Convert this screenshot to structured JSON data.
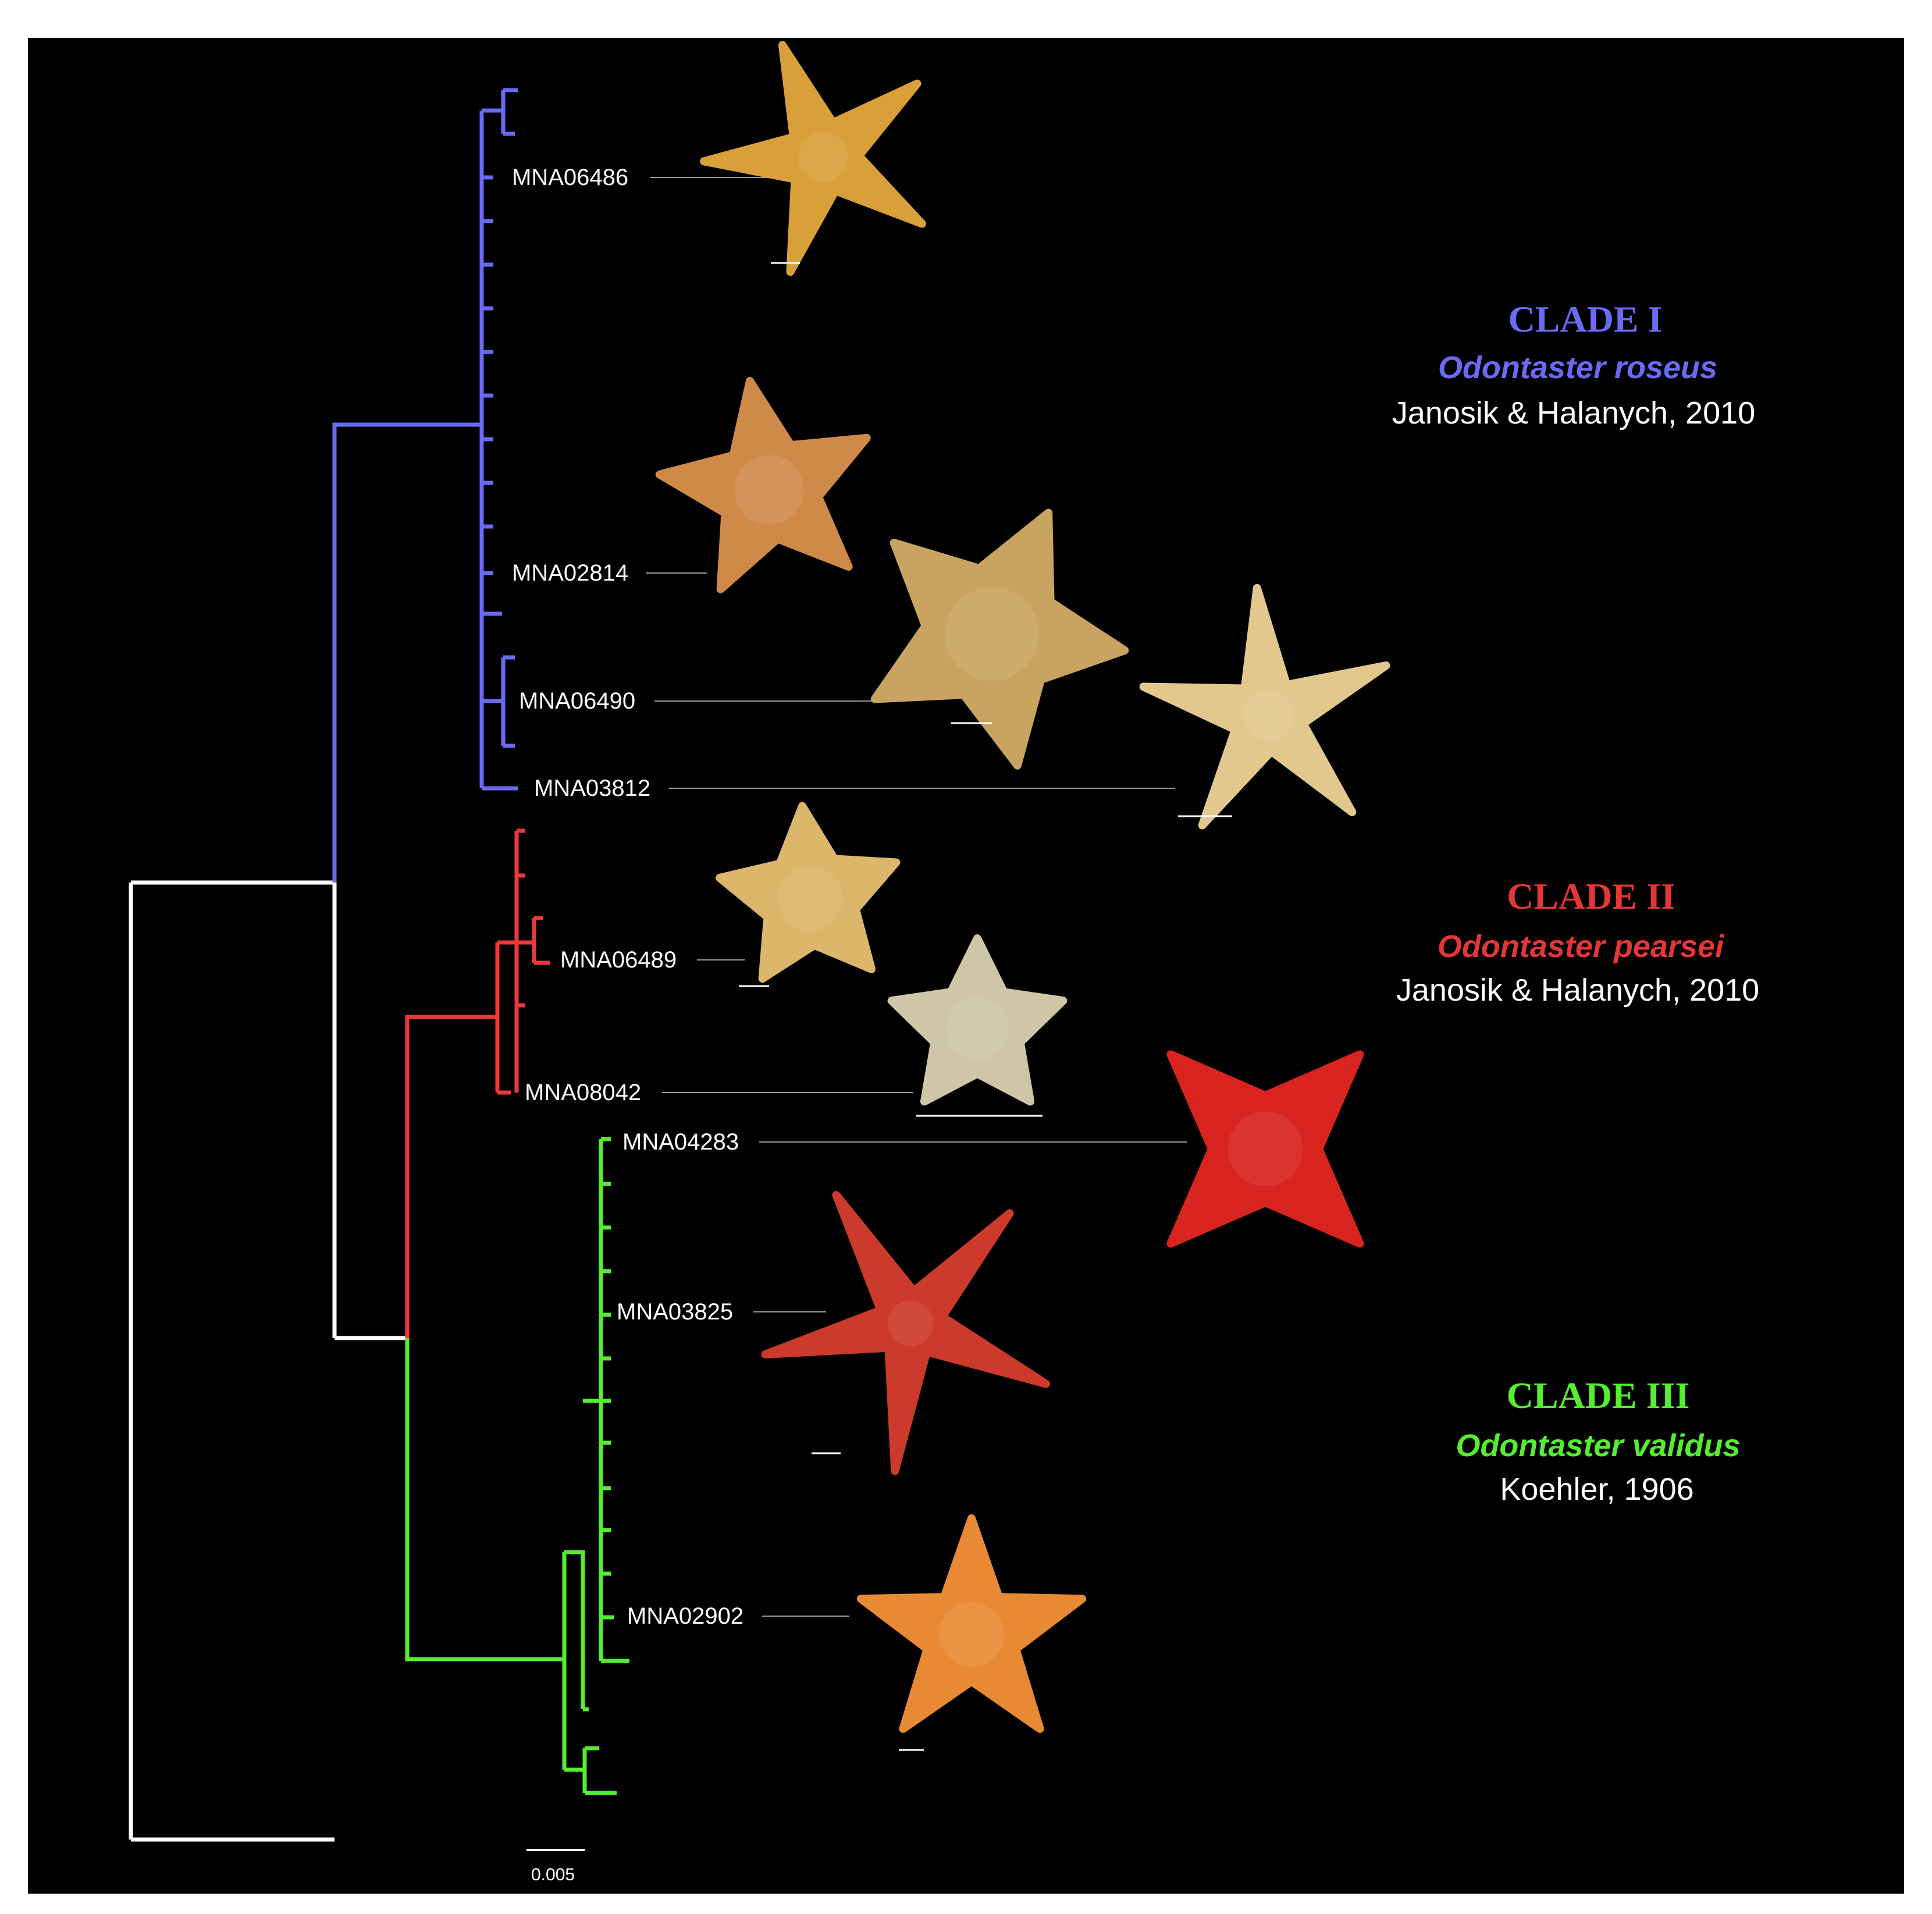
{
  "colors": {
    "clade1": "#6a6af5",
    "clade2": "#ef3838",
    "clade3": "#55ee30",
    "backbone": "#ffffff",
    "background": "#000000"
  },
  "specimens": [
    {
      "id": "MNA06486",
      "clade": "clade1",
      "star_color": "#d9a03a"
    },
    {
      "id": "MNA02814",
      "clade": "clade1",
      "star_color": "#cf8a4a"
    },
    {
      "id": "MNA06490",
      "clade": "clade1",
      "star_color": "#c9a461"
    },
    {
      "id": "MNA03812",
      "clade": "clade1",
      "star_color": "#e3c88e"
    },
    {
      "id": "MNA06489",
      "clade": "clade2",
      "star_color": "#dcb66a"
    },
    {
      "id": "MNA08042",
      "clade": "clade2",
      "star_color": "#cfc6a8"
    },
    {
      "id": "MNA04283",
      "clade": "clade3",
      "star_color": "#d8231f"
    },
    {
      "id": "MNA03825",
      "clade": "clade3",
      "star_color": "#cc3a2c"
    },
    {
      "id": "MNA02902",
      "clade": "clade3",
      "star_color": "#e88a33"
    }
  ],
  "clades": [
    {
      "key": "clade1",
      "title": "CLADE I",
      "species": "Odontaster roseus",
      "authority": "Janosik & Halanych, 2010"
    },
    {
      "key": "clade2",
      "title": "CLADE II",
      "species": "Odontaster pearsei",
      "authority": "Janosik & Halanych, 2010"
    },
    {
      "key": "clade3",
      "title": "CLADE III",
      "species": "Odontaster validus",
      "authority": "Koehler, 1906"
    }
  ],
  "scale_bar": {
    "label": "0.005"
  }
}
